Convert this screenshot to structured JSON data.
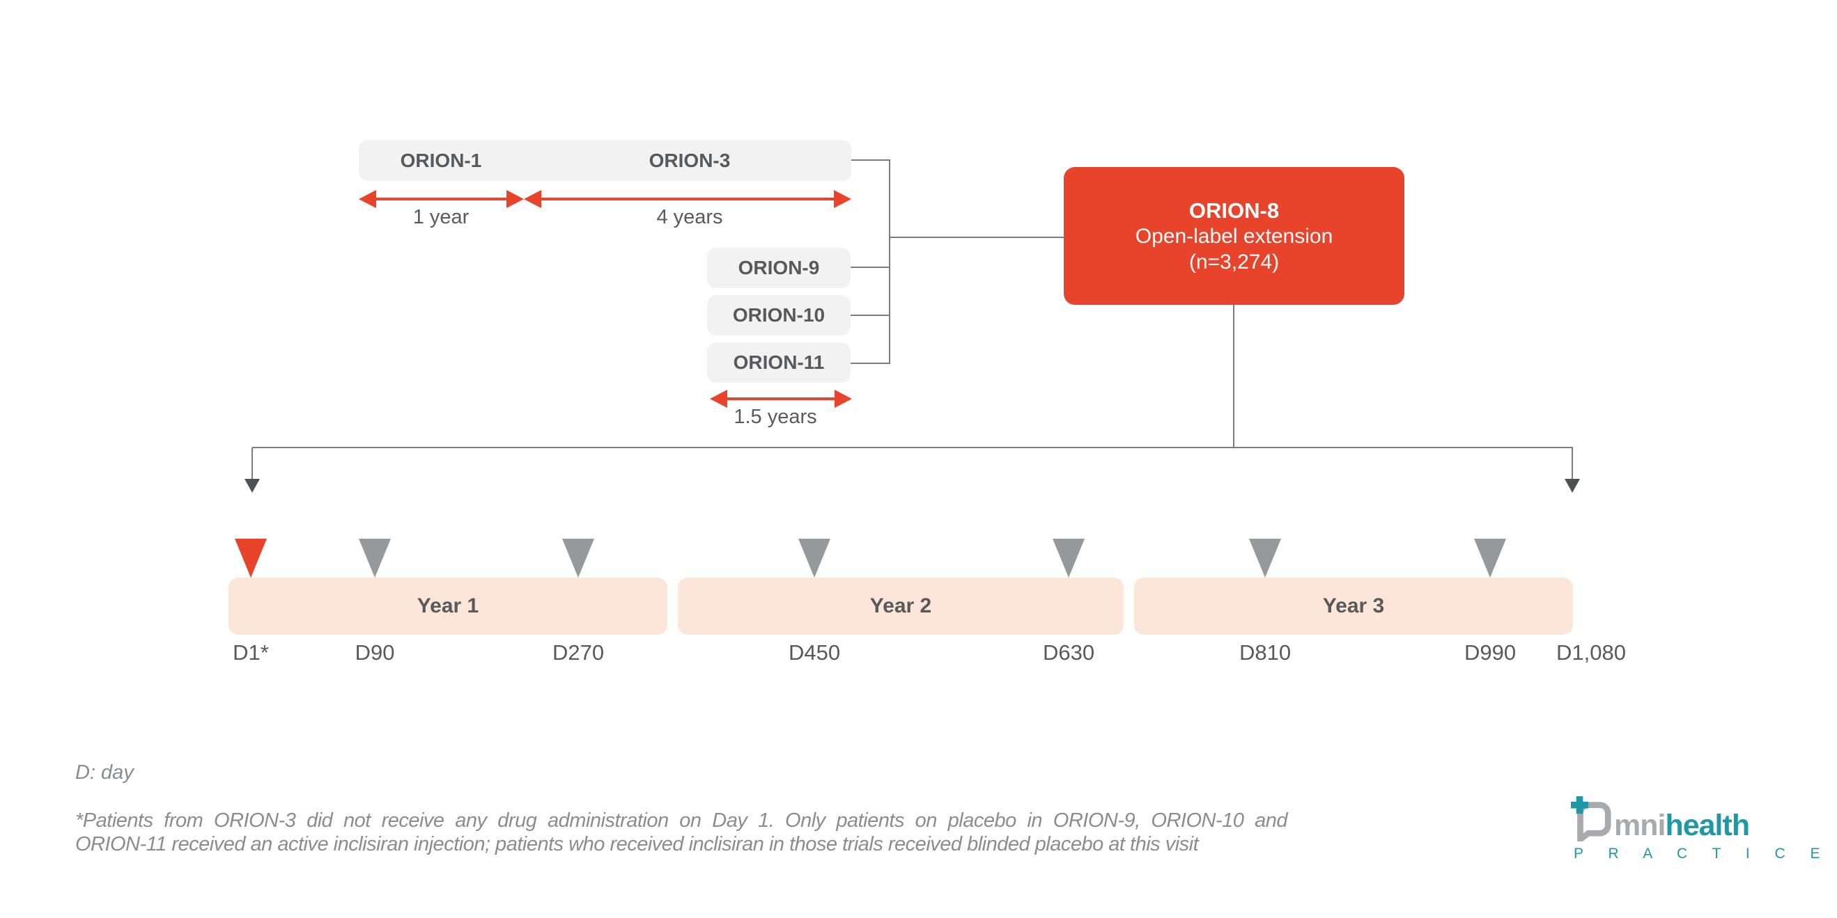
{
  "flow": {
    "lead_in_combined": {
      "trials": [
        "ORION-1",
        "ORION-3"
      ],
      "durations": [
        "1 year",
        "4 years"
      ]
    },
    "feeder_trials": [
      "ORION-9",
      "ORION-10",
      "ORION-11"
    ],
    "feeder_duration": "1.5 years",
    "extension": {
      "title": "ORION-8",
      "subtitle": "Open-label extension",
      "enrollment": "(n=3,274)"
    }
  },
  "timeline": {
    "year_bars": [
      "Year 1",
      "Year 2",
      "Year 3"
    ],
    "visits": [
      {
        "label": "D1*",
        "marker": "red"
      },
      {
        "label": "D90",
        "marker": "gray"
      },
      {
        "label": "D270",
        "marker": "gray"
      },
      {
        "label": "D450",
        "marker": "gray"
      },
      {
        "label": "D630",
        "marker": "gray"
      },
      {
        "label": "D810",
        "marker": "gray"
      },
      {
        "label": "D990",
        "marker": "gray"
      },
      {
        "label": "D1,080",
        "marker": "none"
      }
    ]
  },
  "footnotes": {
    "abbreviation": "D: day",
    "note_lines": [
      "*Patients from ORION-3 did not receive any drug administration on Day 1. Only patients on placebo in ORION-9, ORION-10 and",
      "ORION-11 received an active inclisiran injection; patients who received inclisiran in those trials received blinded placebo at this visit"
    ]
  },
  "logo": {
    "brand_prefix": "mni",
    "brand_suffix": "health",
    "subtext": "P R A C T I C E"
  },
  "colors": {
    "accent_red": "#E8432B",
    "bar_peach": "#FCE6DA",
    "box_gray": "#F2F2F2",
    "text_dark": "#58595B",
    "line_gray": "#7C7C7C",
    "marker_gray": "#96989A",
    "footnote_gray": "#8A8C8E",
    "logo_teal": "#1F98A6",
    "logo_gray": "#A8AAAD"
  }
}
